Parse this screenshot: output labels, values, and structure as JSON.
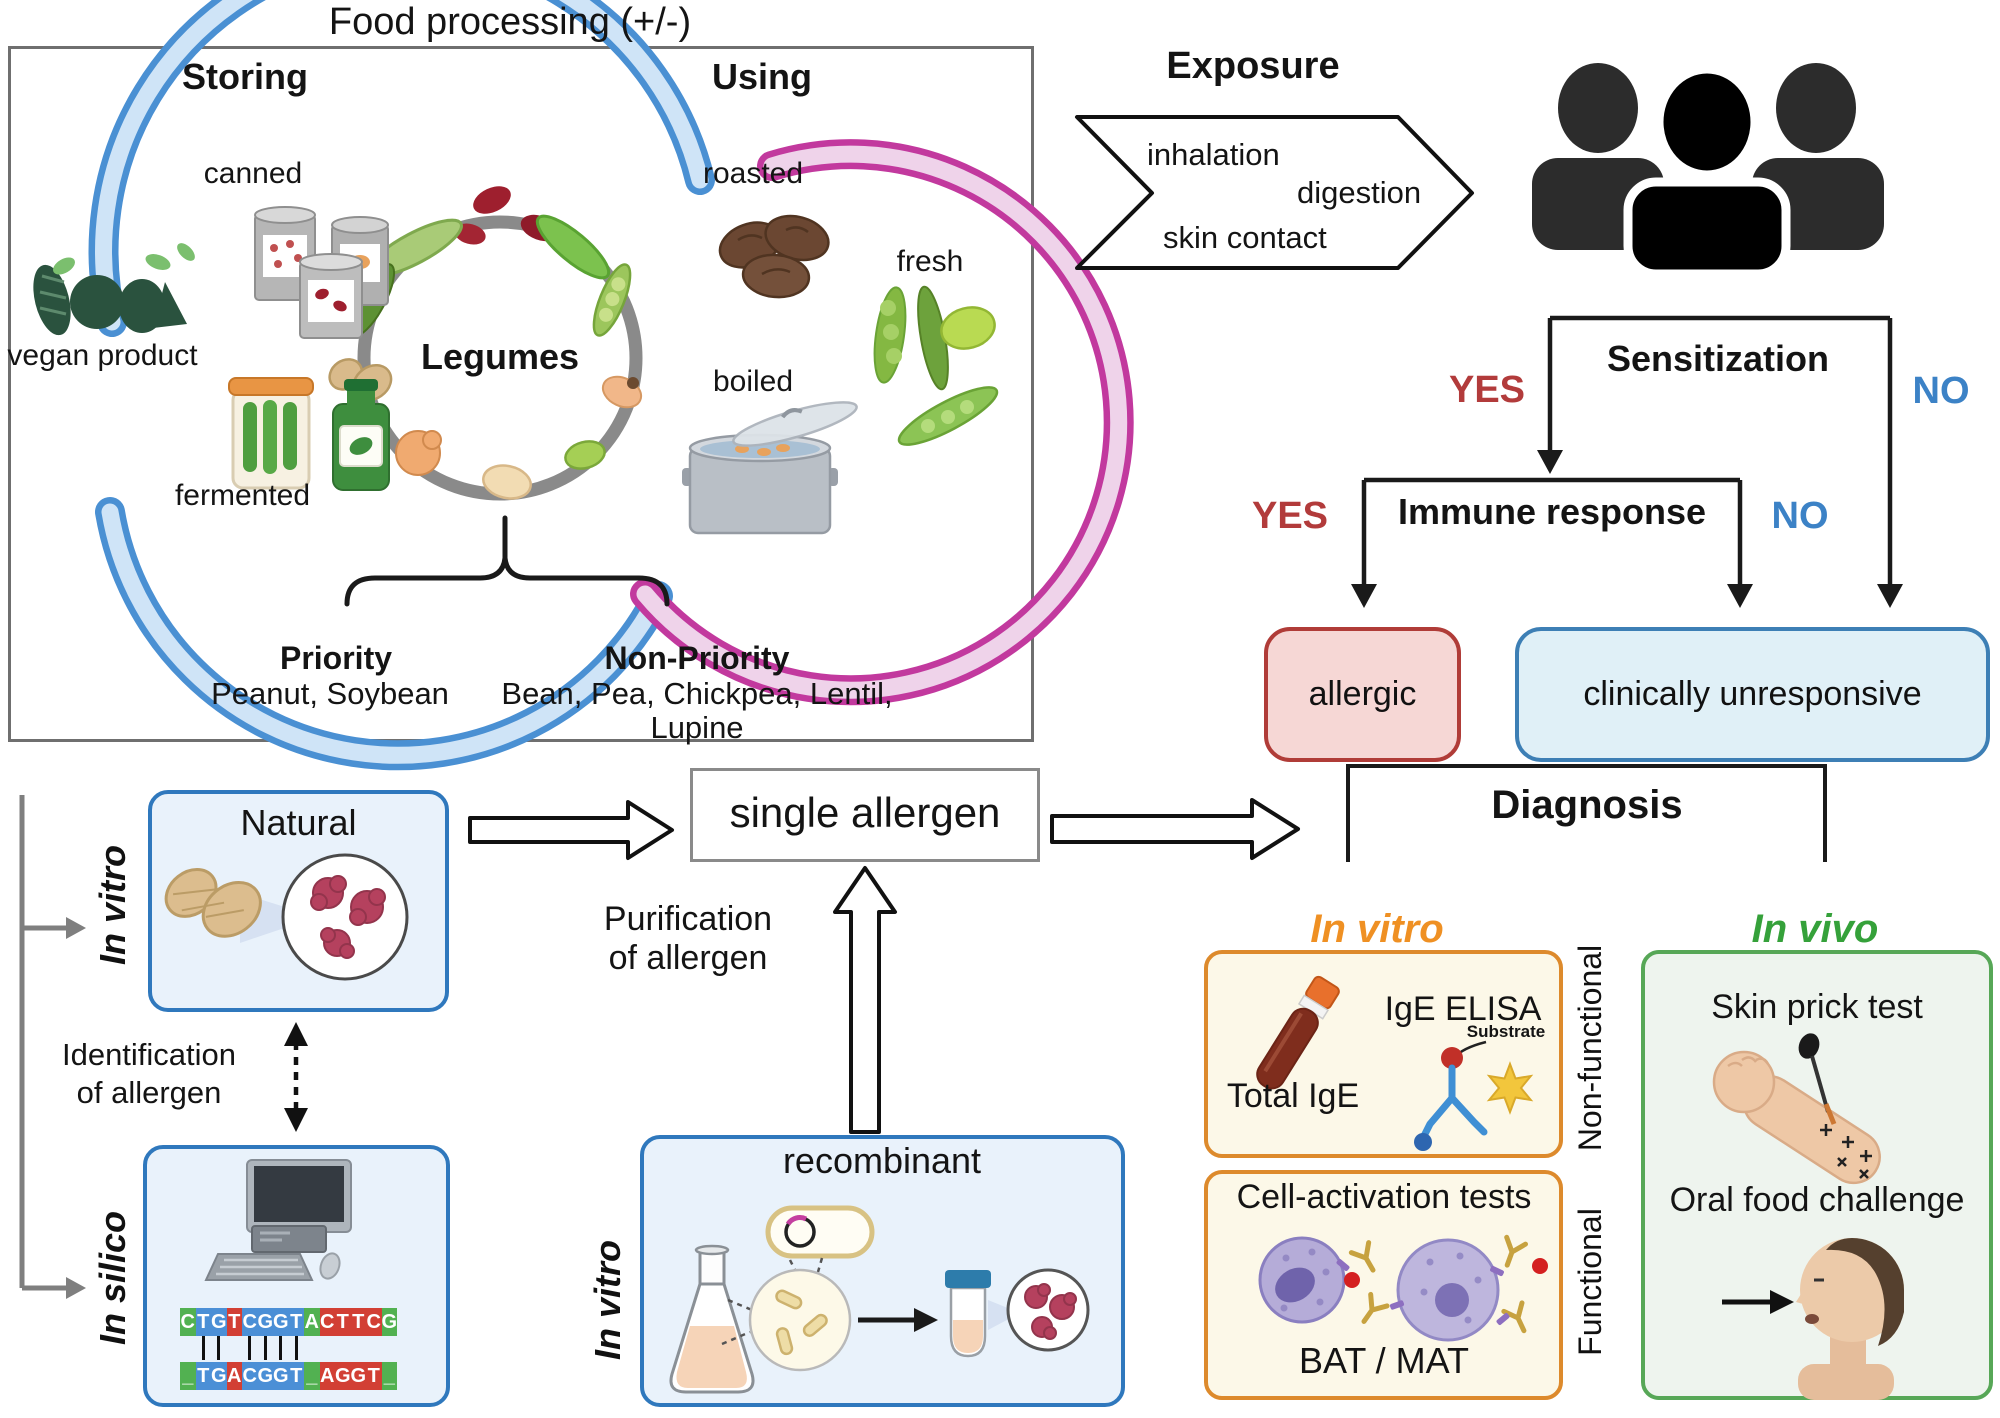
{
  "food_processing": {
    "title": "Food processing (+/-)",
    "storing": "Storing",
    "using": "Using",
    "canned": "canned",
    "vegan_product": "vegan product",
    "fermented": "fermented",
    "roasted": "roasted",
    "fresh": "fresh",
    "boiled": "boiled",
    "legumes": "Legumes",
    "priority_label": "Priority",
    "priority_items": "Peanut, Soybean",
    "non_priority_label": "Non-Priority",
    "non_priority_line1": "Bean, Pea, Chickpea, Lentil,",
    "non_priority_line2": "Lupine"
  },
  "exposure": {
    "title": "Exposure",
    "route_inhalation": "inhalation",
    "route_digestion": "digestion",
    "route_skin_contact": "skin contact"
  },
  "flowchart": {
    "sensitization": "Sensitization",
    "immune_response": "Immune response",
    "yes": "YES",
    "no": "NO",
    "allergic": "allergic",
    "clinically_unresponsive": "clinically unresponsive"
  },
  "identification": {
    "in_vitro": "In vitro",
    "in_silico": "In silico",
    "natural": "Natural",
    "caption_line1": "Identification",
    "caption_line2": "of allergen",
    "dna_top": [
      {
        "ch": "C",
        "c": "g"
      },
      {
        "ch": "T",
        "c": "b"
      },
      {
        "ch": "G",
        "c": "b"
      },
      {
        "ch": "T",
        "c": "r"
      },
      {
        "ch": "C",
        "c": "b"
      },
      {
        "ch": "G",
        "c": "b"
      },
      {
        "ch": "G",
        "c": "b"
      },
      {
        "ch": "T",
        "c": "b"
      },
      {
        "ch": "A",
        "c": "g"
      },
      {
        "ch": "C",
        "c": "r"
      },
      {
        "ch": "T",
        "c": "r"
      },
      {
        "ch": "T",
        "c": "r"
      },
      {
        "ch": "C",
        "c": "r"
      },
      {
        "ch": "G",
        "c": "g"
      }
    ],
    "dna_bottom": [
      {
        "ch": "_",
        "c": "g"
      },
      {
        "ch": "T",
        "c": "b"
      },
      {
        "ch": "G",
        "c": "b"
      },
      {
        "ch": "A",
        "c": "r"
      },
      {
        "ch": "C",
        "c": "b"
      },
      {
        "ch": "G",
        "c": "b"
      },
      {
        "ch": "G",
        "c": "b"
      },
      {
        "ch": "T",
        "c": "b"
      },
      {
        "ch": "_",
        "c": "g"
      },
      {
        "ch": "A",
        "c": "r"
      },
      {
        "ch": "G",
        "c": "r"
      },
      {
        "ch": "G",
        "c": "r"
      },
      {
        "ch": "T",
        "c": "r"
      },
      {
        "ch": "_",
        "c": "g"
      }
    ],
    "ticks": [
      1,
      2,
      4,
      5,
      6,
      7
    ]
  },
  "purification": {
    "single_allergen": "single allergen",
    "caption_line1": "Purification",
    "caption_line2": "of allergen",
    "recombinant": "recombinant",
    "in_vitro": "In vitro"
  },
  "diagnosis": {
    "title": "Diagnosis",
    "in_vitro": "In vitro",
    "in_vivo": "In vivo",
    "ige_elisa": "IgE ELISA",
    "total_ige": "Total IgE",
    "substrate": "Substrate",
    "non_functional": "Non-functional",
    "functional": "Functional",
    "cell_activation": "Cell-activation tests",
    "bat_mat": "BAT / MAT",
    "skin_prick": "Skin prick test",
    "oral_food": "Oral food challenge"
  },
  "colors": {
    "yes_red": "#b23b3b",
    "no_blue": "#3c82c6",
    "in_vitro_orange": "#ef9023",
    "in_vivo_green": "#35a13a",
    "storing_arc_blue": "#4a90d3",
    "using_arc_pink": "#c2399e",
    "dna_green": "#52b151",
    "dna_blue": "#4b8fd6",
    "dna_red": "#d23f34"
  }
}
